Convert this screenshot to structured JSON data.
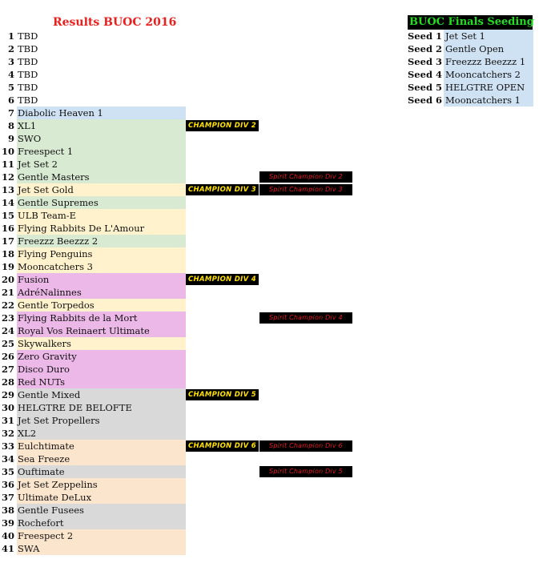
{
  "title": "Results BUOC 2016",
  "colors": {
    "title": "#e8201e",
    "blue": "#cfe2f3",
    "green": "#d9ead3",
    "yellow": "#fff2cc",
    "pink": "#ecb8e8",
    "gray": "#d9d9d9",
    "peach": "#fce5cd",
    "champ_text": "#ffe000",
    "spirit_text": "#e51b1b",
    "seed_title": "#22dd22"
  },
  "results": [
    {
      "rank": "1",
      "team": "TBD",
      "color": "none",
      "champion": "",
      "spirit": ""
    },
    {
      "rank": "2",
      "team": "TBD",
      "color": "none",
      "champion": "",
      "spirit": ""
    },
    {
      "rank": "3",
      "team": "TBD",
      "color": "none",
      "champion": "",
      "spirit": ""
    },
    {
      "rank": "4",
      "team": "TBD",
      "color": "none",
      "champion": "",
      "spirit": ""
    },
    {
      "rank": "5",
      "team": "TBD",
      "color": "none",
      "champion": "",
      "spirit": ""
    },
    {
      "rank": "6",
      "team": "TBD",
      "color": "none",
      "champion": "",
      "spirit": ""
    },
    {
      "rank": "7",
      "team": "Diabolic Heaven 1",
      "color": "blue",
      "champion": "",
      "spirit": ""
    },
    {
      "rank": "8",
      "team": "XL1",
      "color": "green",
      "champion": "CHAMPION DIV 2",
      "spirit": ""
    },
    {
      "rank": "9",
      "team": "SWO",
      "color": "green",
      "champion": "",
      "spirit": ""
    },
    {
      "rank": "10",
      "team": "Freespect 1",
      "color": "green",
      "champion": "",
      "spirit": ""
    },
    {
      "rank": "11",
      "team": "Jet Set 2",
      "color": "green",
      "champion": "",
      "spirit": ""
    },
    {
      "rank": "12",
      "team": "Gentle Masters",
      "color": "green",
      "champion": "",
      "spirit": "Spirit Champion Div 2"
    },
    {
      "rank": "13",
      "team": "Jet Set Gold",
      "color": "yellow",
      "champion": "CHAMPION DIV 3",
      "spirit": "Spirit Champion Div 3"
    },
    {
      "rank": "14",
      "team": "Gentle Supremes",
      "color": "green",
      "champion": "",
      "spirit": ""
    },
    {
      "rank": "15",
      "team": "ULB Team-E",
      "color": "yellow",
      "champion": "",
      "spirit": ""
    },
    {
      "rank": "16",
      "team": "Flying Rabbits De L'Amour",
      "color": "yellow",
      "champion": "",
      "spirit": ""
    },
    {
      "rank": "17",
      "team": "Freezzz Beezzz 2",
      "color": "green",
      "champion": "",
      "spirit": ""
    },
    {
      "rank": "18",
      "team": "Flying Penguins",
      "color": "yellow",
      "champion": "",
      "spirit": ""
    },
    {
      "rank": "19",
      "team": "Mooncatchers 3",
      "color": "yellow",
      "champion": "",
      "spirit": ""
    },
    {
      "rank": "20",
      "team": "Fusion",
      "color": "pink",
      "champion": "CHAMPION DIV 4",
      "spirit": ""
    },
    {
      "rank": "21",
      "team": "AdréNalinnes",
      "color": "pink",
      "champion": "",
      "spirit": ""
    },
    {
      "rank": "22",
      "team": "Gentle Torpedos",
      "color": "yellow",
      "champion": "",
      "spirit": ""
    },
    {
      "rank": "23",
      "team": "Flying Rabbits de la Mort",
      "color": "pink",
      "champion": "",
      "spirit": "Spirit Champion Div 4"
    },
    {
      "rank": "24",
      "team": "Royal Vos Reinaert Ultimate",
      "color": "pink",
      "champion": "",
      "spirit": ""
    },
    {
      "rank": "25",
      "team": "Skywalkers",
      "color": "yellow",
      "champion": "",
      "spirit": ""
    },
    {
      "rank": "26",
      "team": "Zero Gravity",
      "color": "pink",
      "champion": "",
      "spirit": ""
    },
    {
      "rank": "27",
      "team": "Disco Duro",
      "color": "pink",
      "champion": "",
      "spirit": ""
    },
    {
      "rank": "28",
      "team": "Red NUTs",
      "color": "pink",
      "champion": "",
      "spirit": ""
    },
    {
      "rank": "29",
      "team": "Gentle Mixed",
      "color": "gray",
      "champion": "CHAMPION DIV 5",
      "spirit": ""
    },
    {
      "rank": "30",
      "team": "HELGTRE DE BELOFTE",
      "color": "gray",
      "champion": "",
      "spirit": ""
    },
    {
      "rank": "31",
      "team": "Jet Set Propellers",
      "color": "gray",
      "champion": "",
      "spirit": ""
    },
    {
      "rank": "32",
      "team": "XL2",
      "color": "gray",
      "champion": "",
      "spirit": ""
    },
    {
      "rank": "33",
      "team": "Eulchtimate",
      "color": "peach",
      "champion": "CHAMPION DIV 6",
      "spirit": "Spirit Champion Div 6"
    },
    {
      "rank": "34",
      "team": "Sea Freeze",
      "color": "peach",
      "champion": "",
      "spirit": ""
    },
    {
      "rank": "35",
      "team": "Ouftimate",
      "color": "gray",
      "champion": "",
      "spirit": "Spirit Champion Div 5"
    },
    {
      "rank": "36",
      "team": "Jet Set Zeppelins",
      "color": "peach",
      "champion": "",
      "spirit": ""
    },
    {
      "rank": "37",
      "team": "Ultimate DeLux",
      "color": "peach",
      "champion": "",
      "spirit": ""
    },
    {
      "rank": "38",
      "team": "Gentle Fusees",
      "color": "gray",
      "champion": "",
      "spirit": ""
    },
    {
      "rank": "39",
      "team": "Rochefort",
      "color": "gray",
      "champion": "",
      "spirit": ""
    },
    {
      "rank": "40",
      "team": "Freespect 2",
      "color": "peach",
      "champion": "",
      "spirit": ""
    },
    {
      "rank": "41",
      "team": "SWA",
      "color": "peach",
      "champion": "",
      "spirit": ""
    }
  ],
  "seeding": {
    "title": "BUOC Finals Seeding",
    "rows": [
      {
        "label": "Seed 1",
        "team": "Jet Set 1"
      },
      {
        "label": "Seed 2",
        "team": "Gentle Open"
      },
      {
        "label": "Seed 3",
        "team": "Freezzz Beezzz 1"
      },
      {
        "label": "Seed 4",
        "team": "Mooncatchers 2"
      },
      {
        "label": "Seed 5",
        "team": "HELGTRE OPEN"
      },
      {
        "label": "Seed 6",
        "team": "Mooncatchers 1"
      }
    ]
  }
}
